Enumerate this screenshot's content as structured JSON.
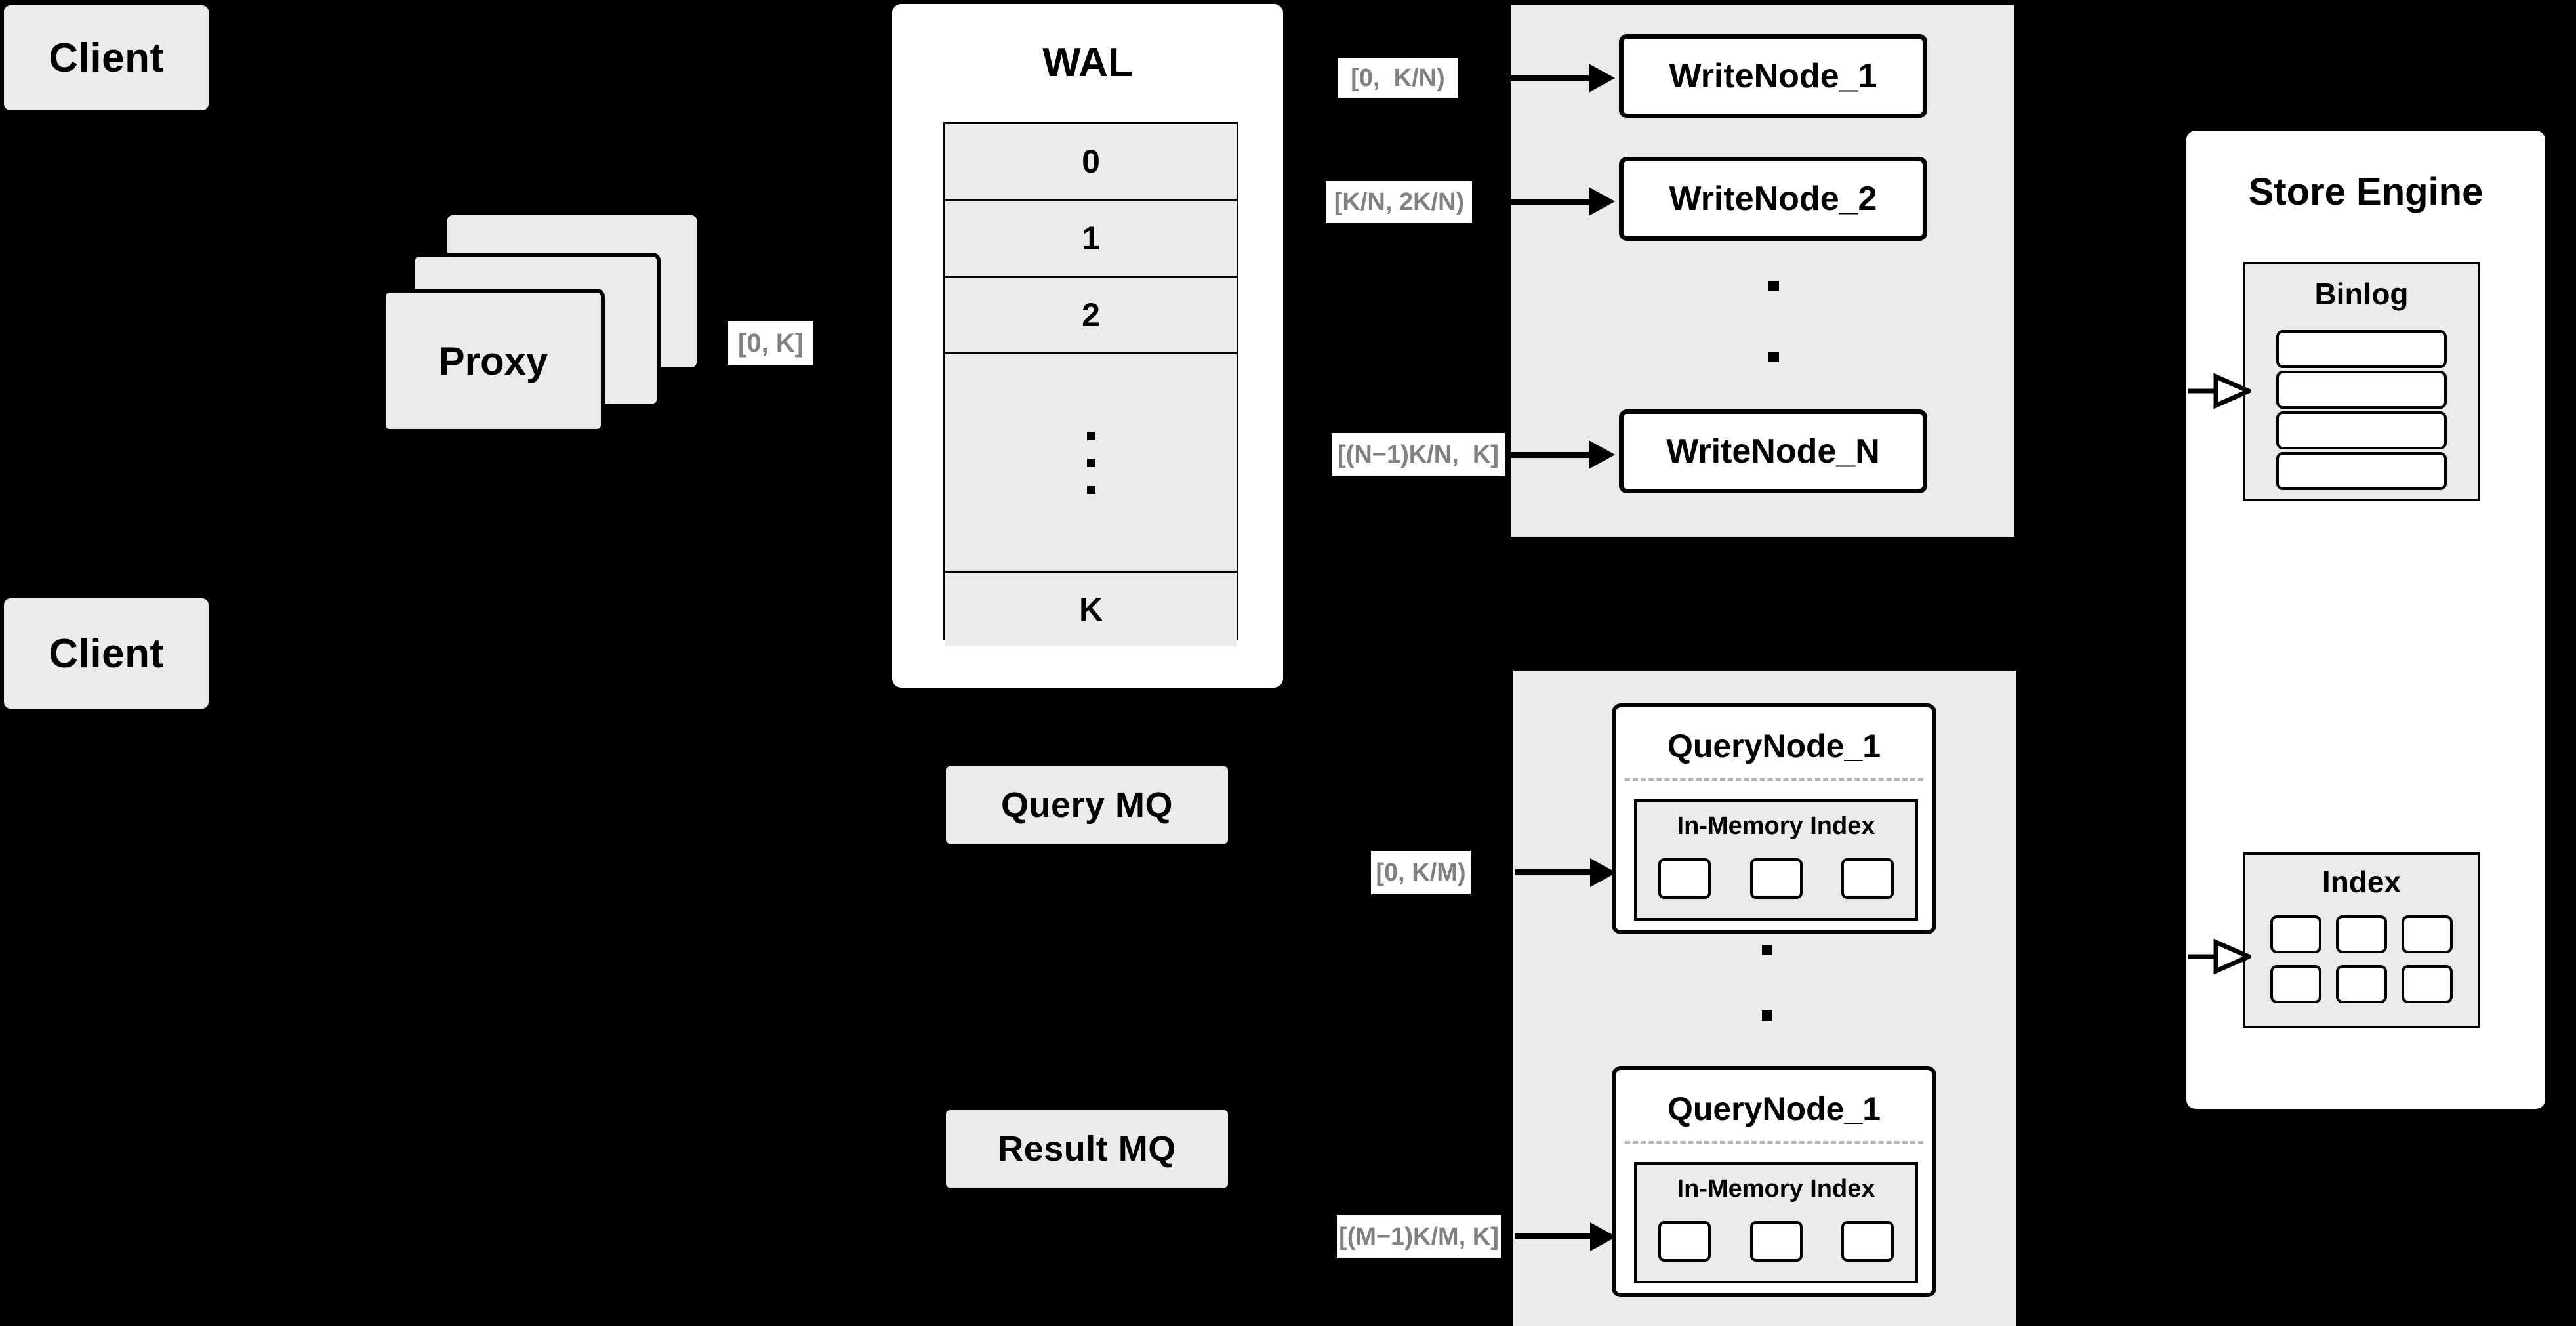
{
  "diagram": {
    "title": "Distributed write/query architecture",
    "colors": {
      "background": "#000000",
      "node_fill": "#ebebeb",
      "panel_fill": "#ffffff",
      "stroke": "#000000",
      "label_text": "#808080",
      "divider": "#b4b4b4"
    }
  },
  "clients": [
    {
      "label": "Client"
    },
    {
      "label": "Client"
    }
  ],
  "proxy": {
    "label": "Proxy",
    "stack_count": 3,
    "out_range_label": "[0, K]"
  },
  "wal": {
    "title": "WAL",
    "entries": [
      "0",
      "1",
      "2"
    ],
    "ellipsis": "...",
    "last_entry": "K"
  },
  "write_cluster": {
    "nodes": [
      {
        "label": "WriteNode_1",
        "range_label": "[0,  K/N)"
      },
      {
        "label": "WriteNode_2",
        "range_label": "[K/N, 2K/N)"
      },
      {
        "label": "WriteNode_N",
        "range_label": "[(N−1)K/N,  K]"
      }
    ],
    "ellipsis": "..."
  },
  "message_queues": [
    {
      "label": "Query MQ"
    },
    {
      "label": "Result MQ"
    }
  ],
  "query_cluster": {
    "nodes": [
      {
        "label": "QueryNode_1",
        "range_label": "[0, K/M)",
        "index": {
          "title": "In-Memory Index",
          "cell_count": 3
        }
      },
      {
        "label": "QueryNode_1",
        "range_label": "[(M−1)K/M, K]",
        "index": {
          "title": "In-Memory Index",
          "cell_count": 3
        }
      }
    ],
    "ellipsis": "..."
  },
  "store_engine": {
    "title": "Store Engine",
    "binlog": {
      "title": "Binlog",
      "row_count": 4
    },
    "index": {
      "title": "Index",
      "cell_count": 6
    }
  }
}
